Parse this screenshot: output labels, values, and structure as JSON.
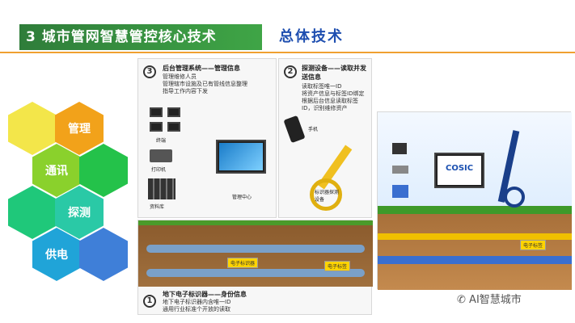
{
  "header": {
    "title": "3 城市管网智慧管控核心技术",
    "subtitle": "总体技术"
  },
  "hexes": [
    "管理",
    "通讯",
    "探测",
    "供电"
  ],
  "panel3": {
    "num": "3",
    "title": "后台管理系统——管理信息",
    "bullets": [
      "管理维修人员",
      "管理辖市设施及已有管线信息整理",
      "指导工作内容下发"
    ],
    "label_terminal": "终端",
    "label_printer": "打印机",
    "label_database": "资料库",
    "label_center": "管理中心"
  },
  "panel2": {
    "num": "2",
    "title": "探测设备——读取并发送信息",
    "bullets": [
      "读取标签唯一ID",
      "将资产信息与标签ID绑定",
      "根据后台信息读取标签ID，识别维修资产"
    ],
    "label_phone": "手机",
    "label_detector": "标识器探测设备"
  },
  "panel1": {
    "num": "1",
    "title": "地下电子标识器——身份信息",
    "bullets": [
      "地下电子标识器内含唯一ID",
      "通用行业标准个开放的读取"
    ],
    "tag1": "电子标识器",
    "tag2": "电子标签"
  },
  "right_panel": {
    "brand": "COSIC",
    "tag": "电子标签"
  },
  "watermark": "AI智慧城市"
}
